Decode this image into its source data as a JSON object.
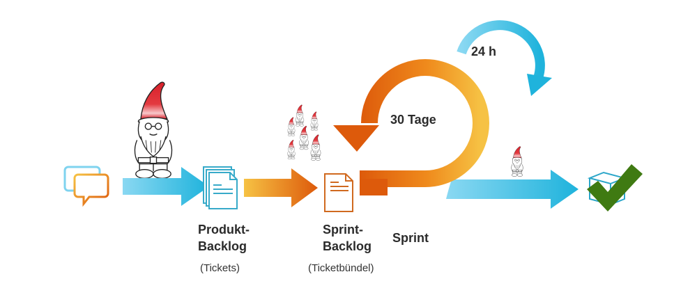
{
  "diagram": {
    "title": "Scrum-Prozess",
    "stages": [
      {
        "id": "input",
        "icon": "speech-bubbles-icon"
      },
      {
        "id": "product-backlog",
        "title_line1": "Produkt-",
        "title_line2": "Backlog",
        "subtitle": "(Tickets)",
        "icon": "document-stack-icon"
      },
      {
        "id": "sprint-backlog",
        "title_line1": "Sprint-",
        "title_line2": "Backlog",
        "subtitle": "(Ticketbündel)",
        "icon": "document-icon"
      },
      {
        "id": "sprint",
        "title": "Sprint"
      },
      {
        "id": "done",
        "icon": "box-checkmark-icon"
      }
    ],
    "cycles": {
      "sprint_cycle": "30 Tage",
      "daily_cycle": "24 h"
    },
    "colors": {
      "blue_light": "#7fd3ef",
      "blue_dark": "#1fb3dc",
      "orange_light": "#f6c244",
      "orange_dark": "#dd5a0b",
      "check_green": "#3f7a12",
      "gnome_red": "#d8202a",
      "text": "#2b2b2b"
    }
  }
}
